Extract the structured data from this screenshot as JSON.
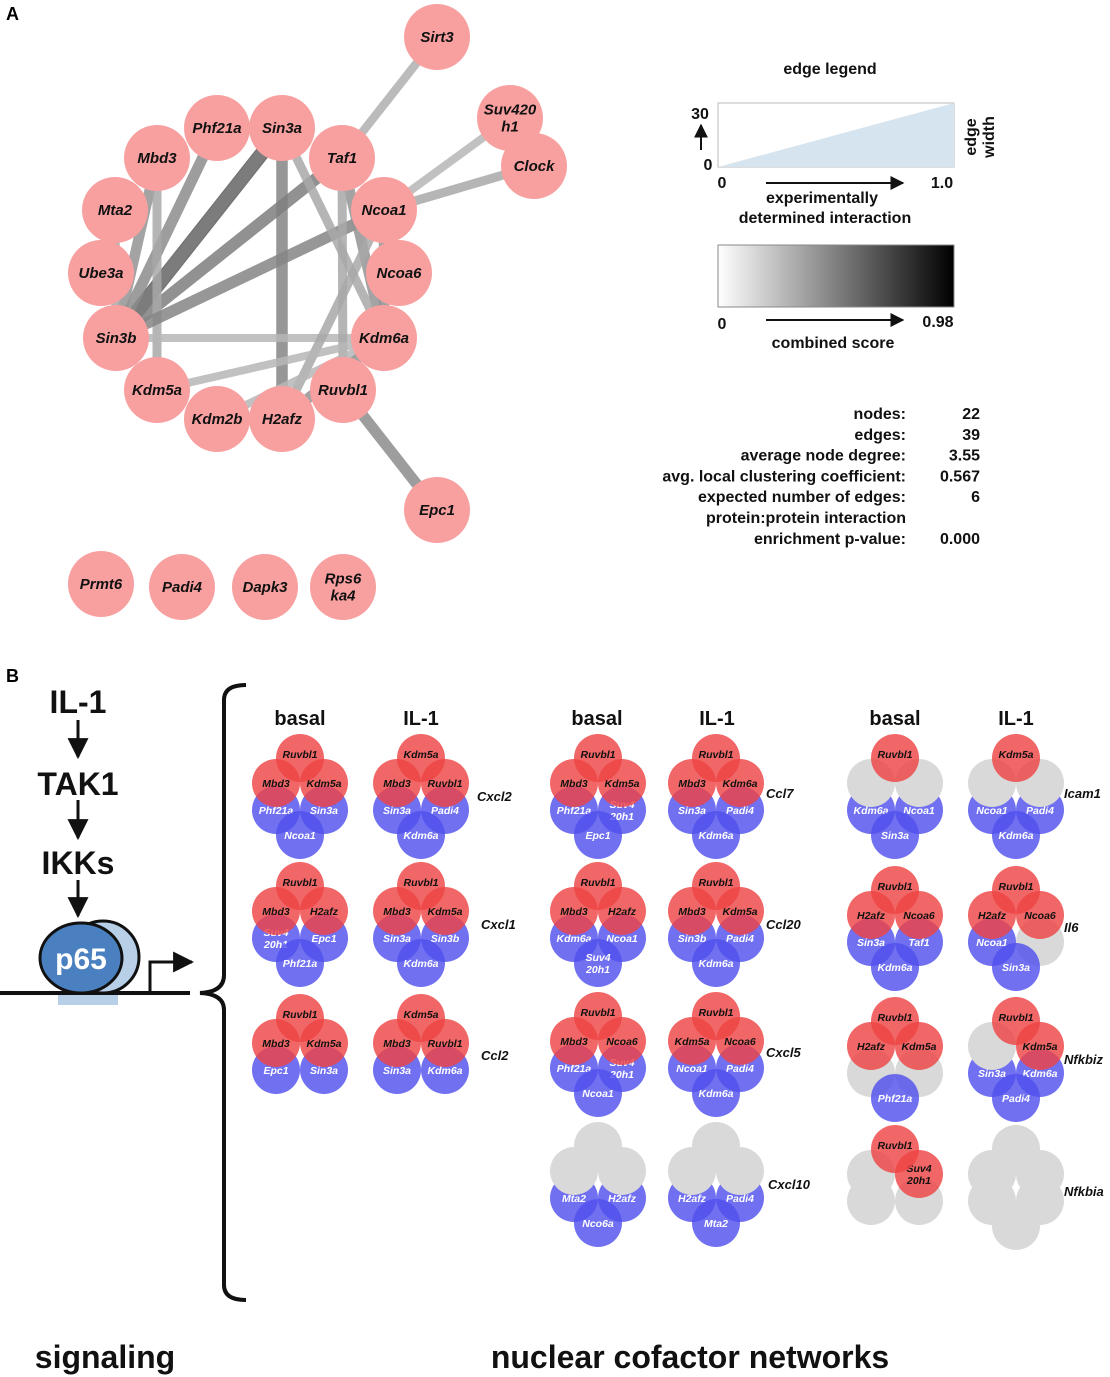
{
  "panel_a": {
    "label": "A",
    "nodes": [
      {
        "id": "sirt3",
        "label": "Sirt3"
      },
      {
        "id": "suv420h1",
        "label": "Suv420\nh1"
      },
      {
        "id": "clock",
        "label": "Clock"
      },
      {
        "id": "phf21a",
        "label": "Phf21a"
      },
      {
        "id": "sin3a",
        "label": "Sin3a"
      },
      {
        "id": "taf1",
        "label": "Taf1"
      },
      {
        "id": "mbd3",
        "label": "Mbd3"
      },
      {
        "id": "mta2",
        "label": "Mta2"
      },
      {
        "id": "ncoa1",
        "label": "Ncoa1"
      },
      {
        "id": "ncoa6",
        "label": "Ncoa6"
      },
      {
        "id": "ube3a",
        "label": "Ube3a"
      },
      {
        "id": "sin3b",
        "label": "Sin3b"
      },
      {
        "id": "kdm6a",
        "label": "Kdm6a"
      },
      {
        "id": "kdm5a",
        "label": "Kdm5a"
      },
      {
        "id": "ruvbl1",
        "label": "Ruvbl1"
      },
      {
        "id": "kdm2b",
        "label": "Kdm2b"
      },
      {
        "id": "h2afz",
        "label": "H2afz"
      },
      {
        "id": "epc1",
        "label": "Epc1"
      },
      {
        "id": "prmt6",
        "label": "Prmt6"
      },
      {
        "id": "padi4",
        "label": "Padi4"
      },
      {
        "id": "dapk3",
        "label": "Dapk3"
      },
      {
        "id": "rps6ka4",
        "label": "Rps6\nka4"
      }
    ],
    "edges": [
      {
        "a": "sin3a",
        "b": "sin3b",
        "weight": 0.85
      },
      {
        "a": "sin3a",
        "b": "sin3b",
        "weight": 0.6
      },
      {
        "a": "sin3a",
        "b": "h2afz",
        "weight": 0.55
      },
      {
        "a": "taf1",
        "b": "sin3b",
        "weight": 0.6
      },
      {
        "a": "phf21a",
        "b": "sin3b",
        "weight": 0.5
      },
      {
        "a": "mbd3",
        "b": "sin3b",
        "weight": 0.45
      },
      {
        "a": "mbd3",
        "b": "kdm5a",
        "weight": 0.3
      },
      {
        "a": "ncoa1",
        "b": "sin3b",
        "weight": 0.55
      },
      {
        "a": "sin3b",
        "b": "kdm6a",
        "weight": 0.2
      },
      {
        "a": "taf1",
        "b": "kdm6a",
        "weight": 0.45
      },
      {
        "a": "taf1",
        "b": "ruvbl1",
        "weight": 0.3
      },
      {
        "a": "taf1",
        "b": "sirt3",
        "weight": 0.25
      },
      {
        "a": "sin3a",
        "b": "kdm6a",
        "weight": 0.3
      },
      {
        "a": "ncoa1",
        "b": "h2afz",
        "weight": 0.3
      },
      {
        "a": "ncoa1",
        "b": "kdm6a",
        "weight": 0.45
      },
      {
        "a": "ncoa1",
        "b": "clock",
        "weight": 0.3
      },
      {
        "a": "ncoa1",
        "b": "suv420h1",
        "weight": 0.2
      },
      {
        "a": "kdm5a",
        "b": "kdm6a",
        "weight": 0.2
      },
      {
        "a": "kdm2b",
        "b": "kdm6a",
        "weight": 0.2
      },
      {
        "a": "ruvbl1",
        "b": "epc1",
        "weight": 0.5
      },
      {
        "a": "h2afz",
        "b": "kdm6a",
        "weight": 0.45
      },
      {
        "a": "mta2",
        "b": "sin3b",
        "weight": 0.3
      },
      {
        "a": "phf21a",
        "b": "sin3a",
        "weight": 0.3
      }
    ],
    "edge_legend": {
      "title": "edge legend",
      "y_max": "30",
      "y_min": "0",
      "y_label_1": "edge",
      "y_label_2": "width",
      "x_min": "0",
      "x_max": "1.0",
      "x_label_1": "experimentally",
      "x_label_2": "determined interaction",
      "gradient_min": "0",
      "gradient_max": "0.98",
      "gradient_label": "combined score"
    },
    "stats": [
      {
        "label": "nodes:",
        "value": "22"
      },
      {
        "label": "edges:",
        "value": "39"
      },
      {
        "label": "average node degree:",
        "value": "3.55"
      },
      {
        "label": "avg. local clustering coefficient:",
        "value": "0.567"
      },
      {
        "label": "expected number of edges:",
        "value": "6"
      },
      {
        "label": "protein:protein interaction",
        "value": ""
      },
      {
        "label": "enrichment p-value:",
        "value": "0.000"
      }
    ]
  },
  "panel_b": {
    "label": "B",
    "signaling": [
      "IL-1",
      "TAK1",
      "IKKs",
      "p65"
    ],
    "column_headers": [
      "basal",
      "IL-1",
      "basal",
      "IL-1",
      "basal",
      "IL-1"
    ],
    "clusters": [
      {
        "gene": "Cxcl2",
        "basal": {
          "top": "Ruvbl1",
          "ul": "Mbd3",
          "ur": "Kdm5a",
          "ll": "Phf21a",
          "lr": "Sin3a",
          "bottom": "Ncoa1"
        },
        "il1": {
          "top": "Kdm5a",
          "ul": "Mbd3",
          "ur": "Ruvbl1",
          "ll": "Sin3a",
          "lr": "Padi4",
          "bottom": "Kdm6a"
        }
      },
      {
        "gene": "Cxcl1",
        "basal": {
          "top": "Ruvbl1",
          "ul": "Mbd3",
          "ur": "H2afz",
          "ll": "Suv4\n20h1",
          "lr": "Epc1",
          "bottom": "Phf21a"
        },
        "il1": {
          "top": "Ruvbl1",
          "ul": "Mbd3",
          "ur": "Kdm5a",
          "ll": "Sin3a",
          "lr": "Sin3b",
          "bottom": "Kdm6a"
        }
      },
      {
        "gene": "Ccl2",
        "basal": {
          "top": "Ruvbl1",
          "ul": "Mbd3",
          "ur": "Kdm5a",
          "ll": "Epc1",
          "lr": "Sin3a",
          "bottom": ""
        },
        "il1": {
          "top": "Kdm5a",
          "ul": "Mbd3",
          "ur": "Ruvbl1",
          "ll": "Sin3a",
          "lr": "Kdm6a",
          "bottom": ""
        }
      },
      {
        "gene": "Ccl7",
        "basal": {
          "top": "Ruvbl1",
          "ul": "Mbd3",
          "ur": "Kdm5a",
          "ll": "Phf21a",
          "lr": "Suv4\n20h1",
          "bottom": "Epc1"
        },
        "il1": {
          "top": "Ruvbl1",
          "ul": "Mbd3",
          "ur": "Kdm6a",
          "ll": "Sin3a",
          "lr": "Padi4",
          "bottom": "Kdm6a"
        }
      },
      {
        "gene": "Ccl20",
        "basal": {
          "top": "Ruvbl1",
          "ul": "Mbd3",
          "ur": "H2afz",
          "ll": "Kdm6a",
          "lr": "Ncoa1",
          "bottom": "Suv4\n20h1"
        },
        "il1": {
          "top": "Ruvbl1",
          "ul": "Mbd3",
          "ur": "Kdm5a",
          "ll": "Sin3b",
          "lr": "Padi4",
          "bottom": "Kdm6a"
        }
      },
      {
        "gene": "Cxcl5",
        "basal": {
          "top": "Ruvbl1",
          "ul": "Mbd3",
          "ur": "Ncoa6",
          "ll": "Phf21a",
          "lr": "Suv4\n20h1",
          "bottom": "Ncoa1"
        },
        "il1": {
          "top": "Ruvbl1",
          "ul": "Kdm5a",
          "ur": "Ncoa6",
          "ll": "Ncoa1",
          "lr": "Padi4",
          "bottom": "Kdm6a"
        }
      },
      {
        "gene": "Cxcl10",
        "basal": {
          "top": "",
          "ul": "",
          "ur": "",
          "ll": "Mta2",
          "lr": "H2afz",
          "bottom": "Nco6a"
        },
        "il1": {
          "top": "",
          "ul": "",
          "ur": "",
          "ll": "H2afz",
          "lr": "Padi4",
          "bottom": "Mta2"
        }
      },
      {
        "gene": "Icam1",
        "basal": {
          "top": "Ruvbl1",
          "ul": "",
          "ur": "",
          "ll": "Kdm6a",
          "lr": "Ncoa1",
          "bottom": "Sin3a"
        },
        "il1": {
          "top": "Kdm5a",
          "ul": "",
          "ur": "",
          "ll": "Ncoa1",
          "lr": "Padi4",
          "bottom": "Kdm6a"
        }
      },
      {
        "gene": "Il6",
        "basal": {
          "top": "Ruvbl1",
          "ul": "H2afz",
          "ur": "Ncoa6",
          "ll": "Sin3a",
          "lr": "Taf1",
          "bottom": "Kdm6a"
        },
        "il1": {
          "top": "Ruvbl1",
          "ul": "H2afz",
          "ur": "Ncoa6",
          "ll": "Ncoa1",
          "lr": "",
          "bottom": "Sin3a"
        }
      },
      {
        "gene": "Nfkbiz",
        "basal": {
          "top": "Ruvbl1",
          "ul": "H2afz",
          "ur": "Kdm5a",
          "ll": "",
          "lr": "",
          "bottom": "Phf21a"
        },
        "il1": {
          "top": "Ruvbl1",
          "ul": "",
          "ur": "Kdm5a",
          "ll": "Sin3a",
          "lr": "Kdm6a",
          "bottom": "Padi4"
        }
      },
      {
        "gene": "Nfkbia",
        "basal": {
          "top": "Ruvbl1",
          "ul": "",
          "ur": "Suv4\n20h1",
          "ll": "",
          "lr": "",
          "bottom": ""
        },
        "il1": {
          "top": "",
          "ul": "",
          "ur": "",
          "ll": "",
          "lr": "",
          "bottom": ""
        }
      }
    ],
    "footer": {
      "left": "signaling",
      "right": "nuclear cofactor networks"
    },
    "colors": {
      "red": "#ee4444",
      "blue": "#5050ee",
      "grey": "#d9d9d9",
      "node": "#f8a0a0",
      "p65_dark": "#4a80c0",
      "p65_light": "#b8cfe8"
    }
  }
}
